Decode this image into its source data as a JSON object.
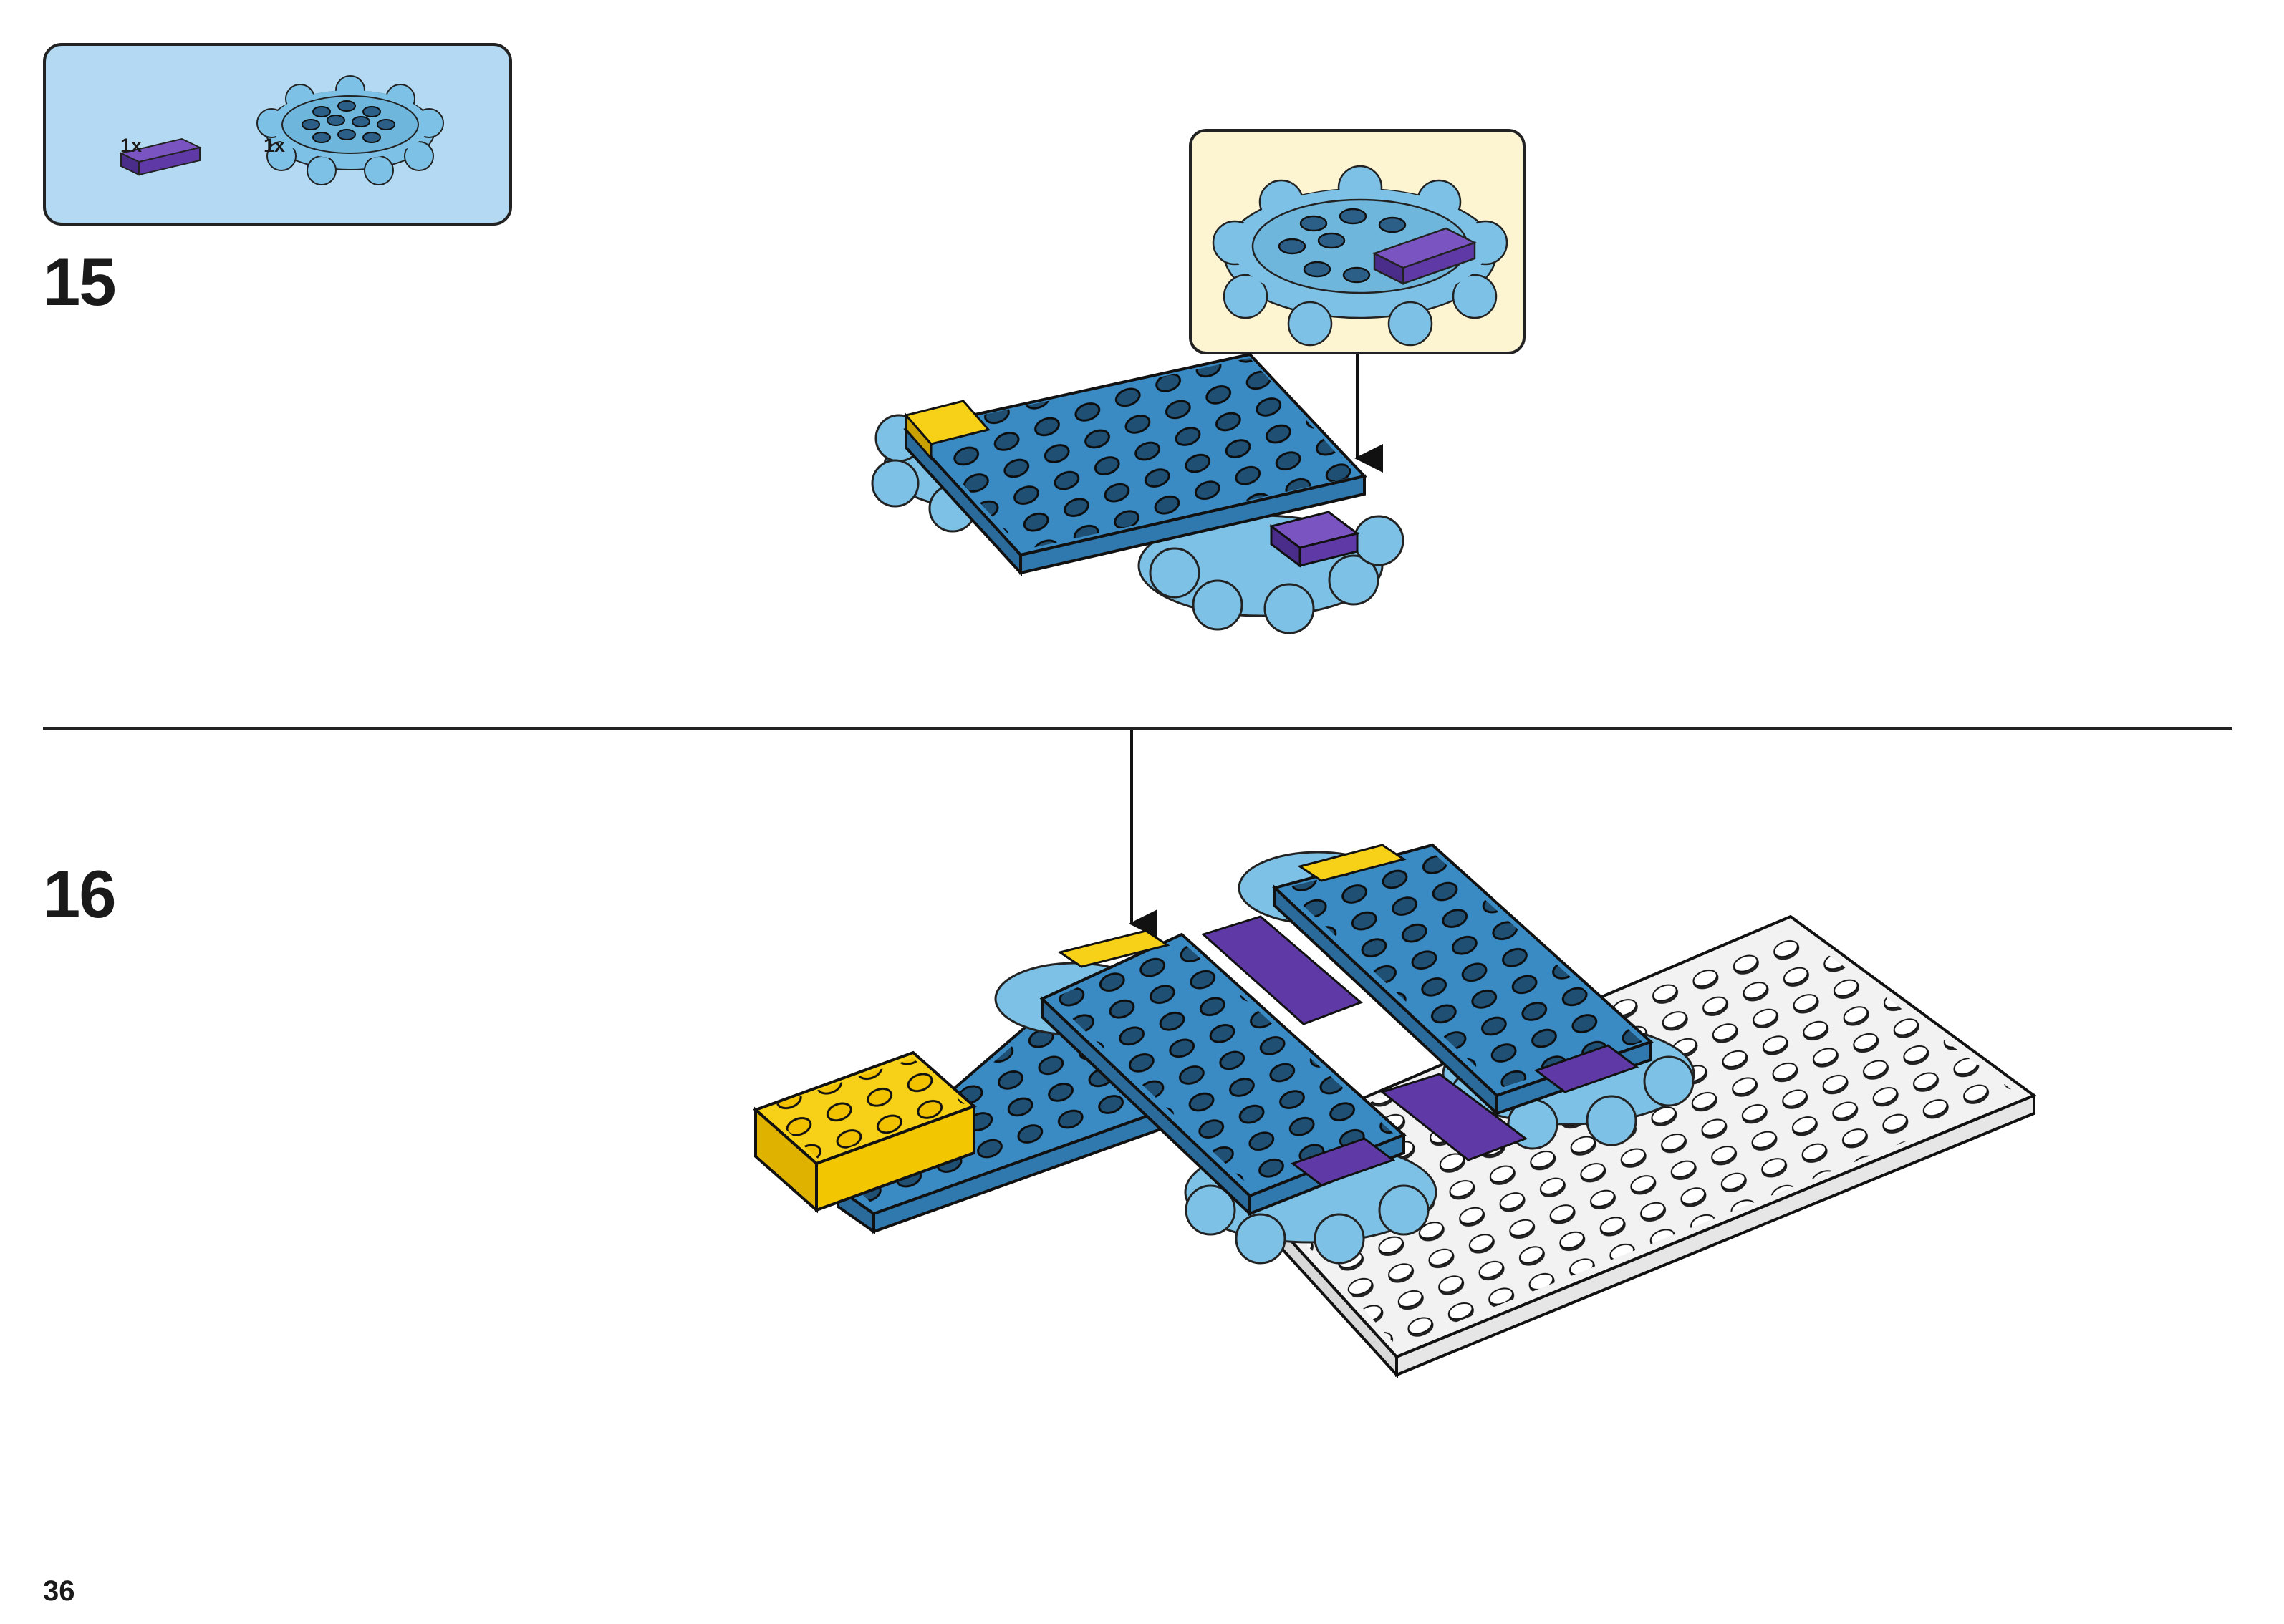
{
  "parts_list": {
    "items": [
      {
        "name": "purple-tile",
        "qty": "1x"
      },
      {
        "name": "gear-plate",
        "qty": "1x"
      }
    ]
  },
  "steps": [
    {
      "number": "15"
    },
    {
      "number": "16"
    }
  ],
  "page_number": "36",
  "colors": {
    "blue": "#3a8ac4",
    "light_blue": "#7dc2e6",
    "yellow": "#f7d117",
    "purple": "#5f3aa6",
    "white_plate": "#f2f2f2",
    "parts_bg": "#b3daf2",
    "callout_bg": "#fdf5d2"
  },
  "icons": [
    "purple-tile-icon",
    "gear-plate-icon",
    "arrow-down-icon"
  ]
}
